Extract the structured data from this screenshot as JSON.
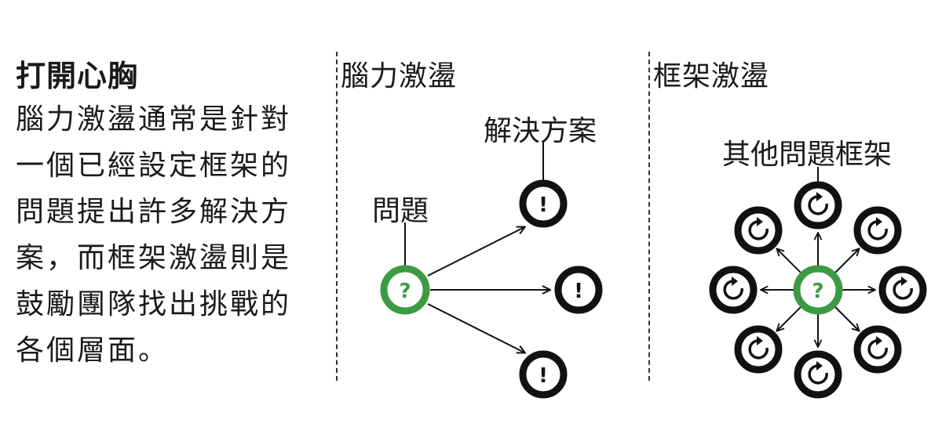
{
  "intro": {
    "title": "打開心胸",
    "body_lines": [
      "腦力激盪通常是針對",
      "一個已經設定框架的",
      "問題提出許多解決方",
      "案，而框架激盪則是",
      "鼓勵團隊找出挑戰的",
      "各個層面。"
    ]
  },
  "brainstorm": {
    "title": "腦力激盪",
    "problem_label": "問題",
    "solution_label": "解決方案",
    "problem_symbol": "?",
    "solution_symbol": "!"
  },
  "framestorm": {
    "title": "框架激盪",
    "frames_label": "其他問題框架",
    "problem_symbol": "?"
  },
  "colors": {
    "accent_green": "#3c9a45",
    "ink": "#111111"
  }
}
